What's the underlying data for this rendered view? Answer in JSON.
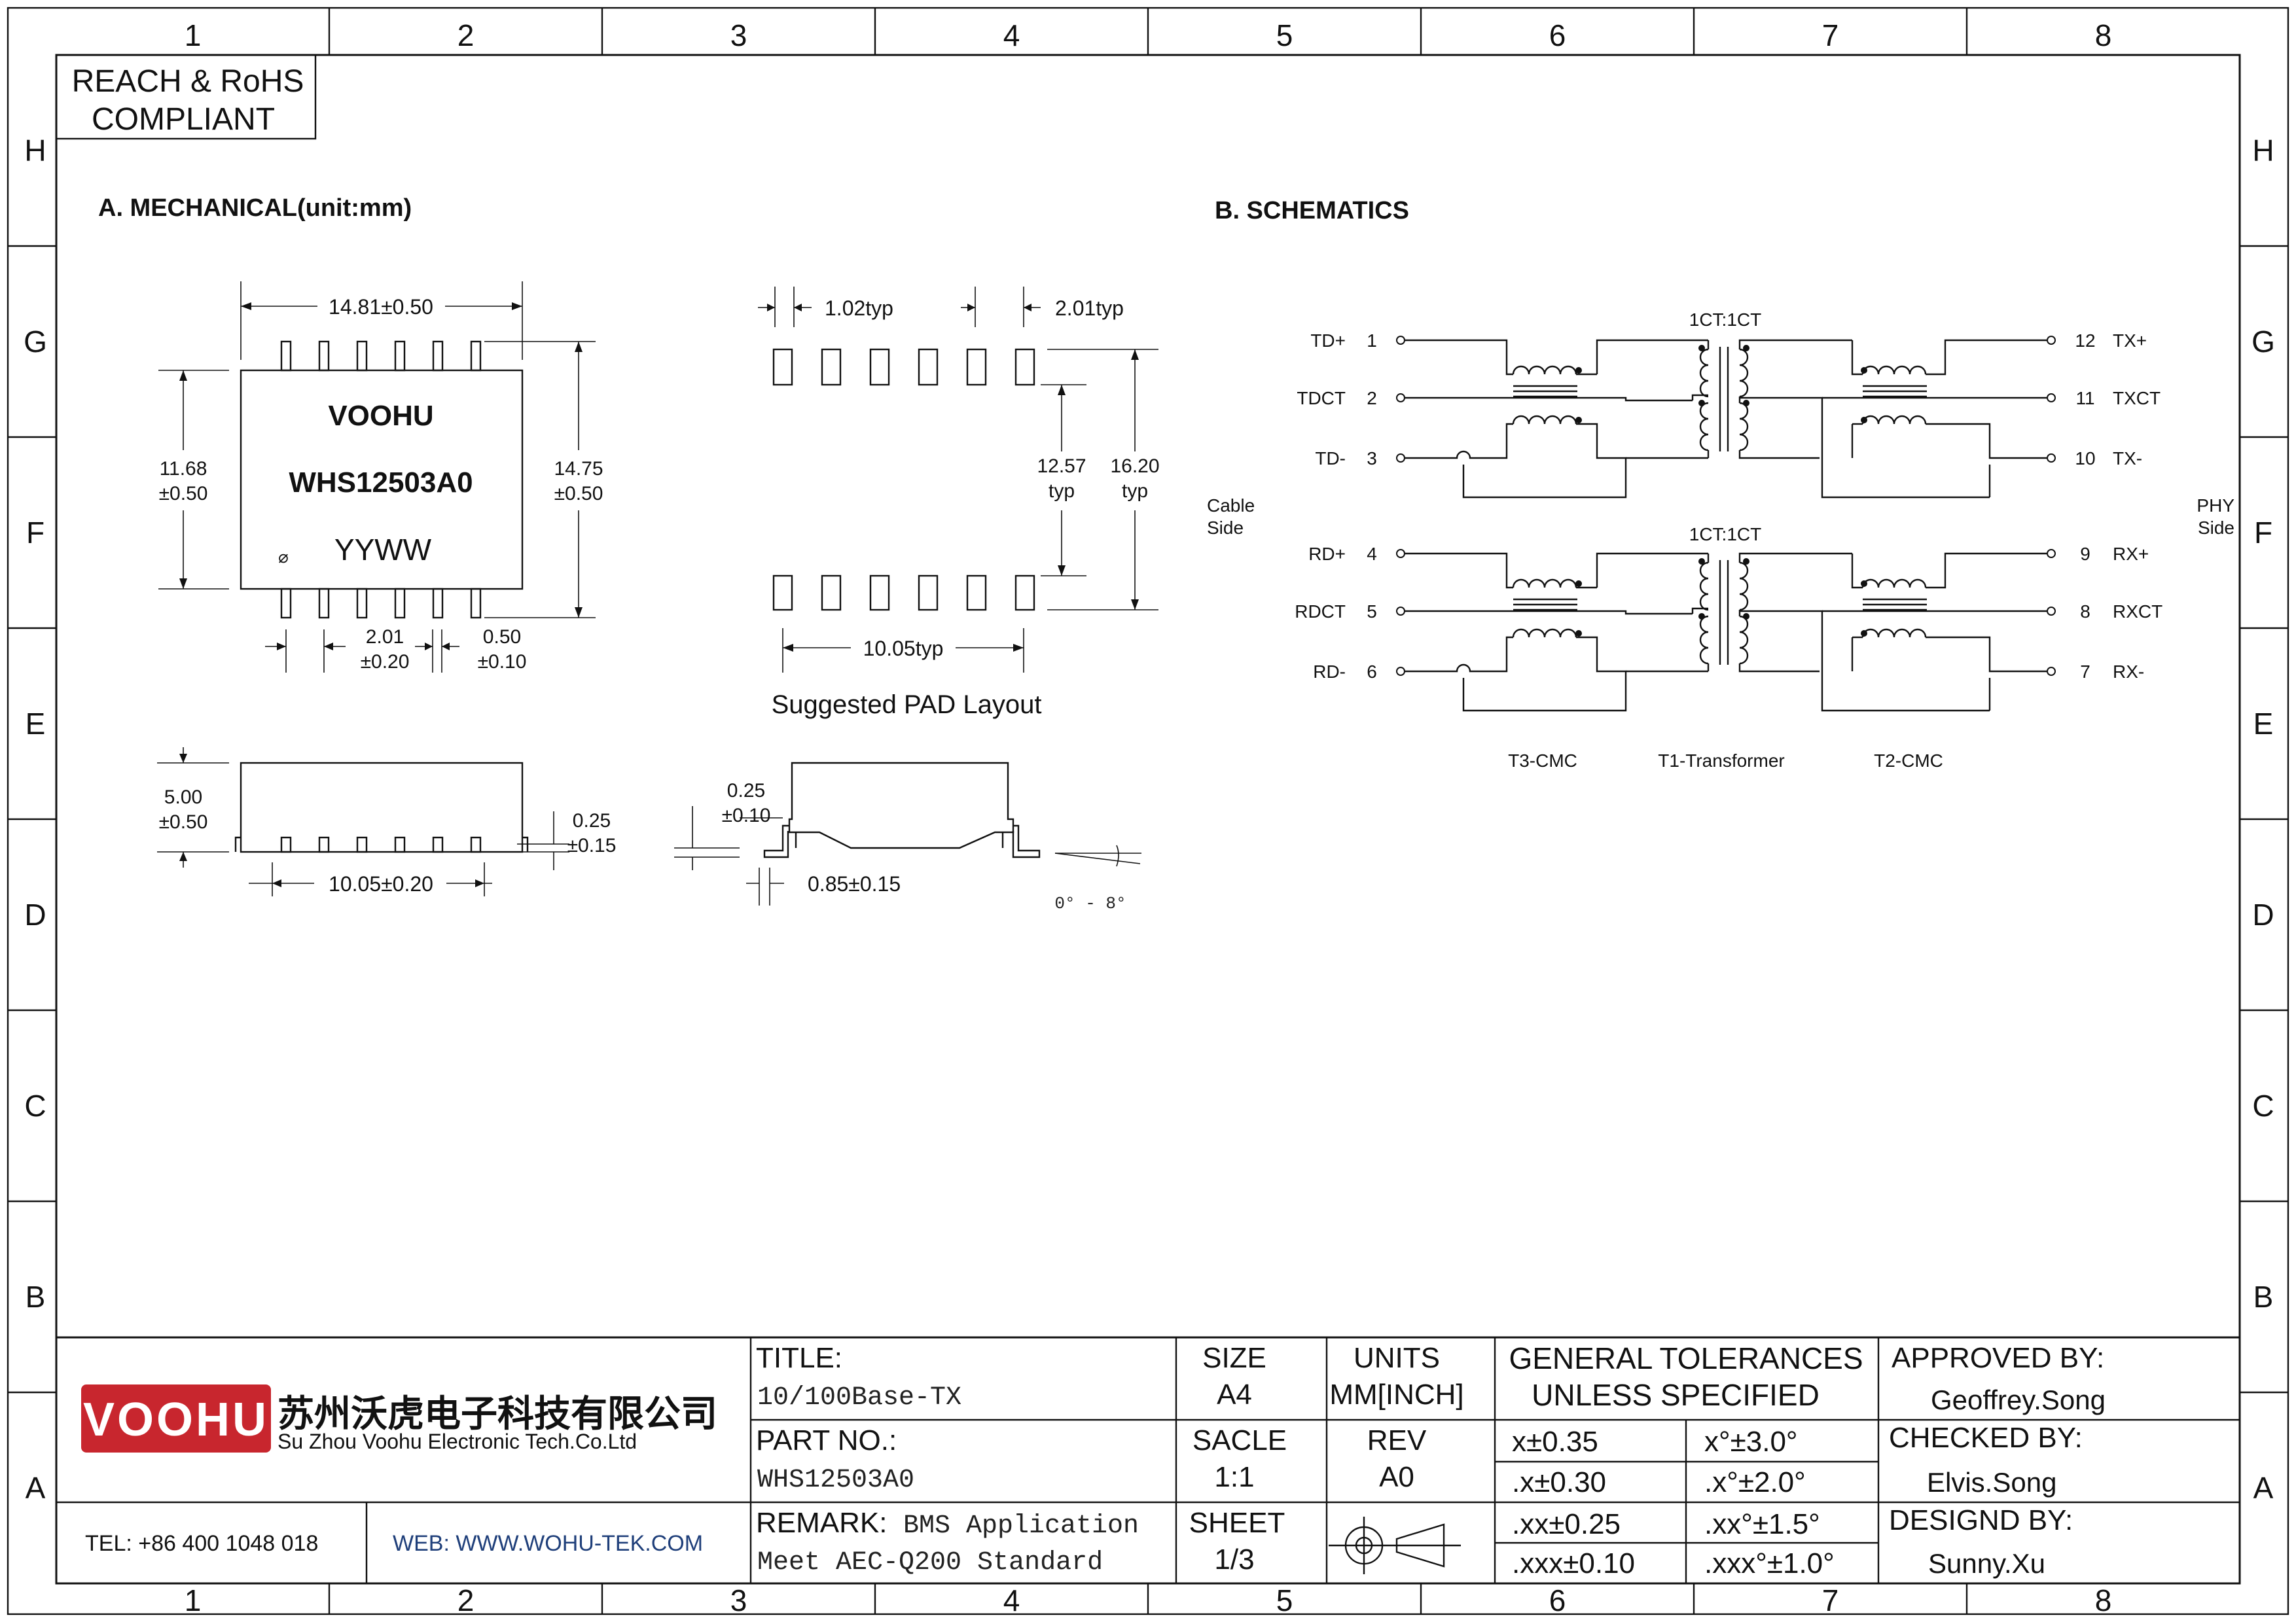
{
  "zones": {
    "columns": [
      "1",
      "2",
      "3",
      "4",
      "5",
      "6",
      "7",
      "8"
    ],
    "rows": [
      "H",
      "G",
      "F",
      "E",
      "D",
      "C",
      "B",
      "A"
    ]
  },
  "compliance": {
    "line1": "REACH & RoHS",
    "line2": "COMPLIANT"
  },
  "mechanical": {
    "heading": "A. MECHANICAL(unit:mm)",
    "top_view": {
      "brand": "VOOHU",
      "part": "WHS12503A0",
      "datecode": "YYWW",
      "pin1_mark": "⌀",
      "dim_width": "14.81±0.50",
      "dim_body_h_1": "11.68",
      "dim_body_h_2": "±0.50",
      "dim_total_h_1": "14.75",
      "dim_total_h_2": "±0.50",
      "dim_pitch_1": "2.01",
      "dim_pitch_2": "±0.20",
      "dim_lead_w_1": "0.50",
      "dim_lead_w_2": "±0.10"
    },
    "pad_layout": {
      "dim_pad_w": "1.02typ",
      "dim_pitch": "2.01typ",
      "dim_inner_1": "12.57",
      "dim_inner_2": "typ",
      "dim_outer_1": "16.20",
      "dim_outer_2": "typ",
      "dim_span": "10.05typ",
      "caption": "Suggested PAD Layout"
    },
    "side_view": {
      "dim_height_1": "5.00",
      "dim_height_2": "±0.50",
      "dim_standoff_1": "0.25",
      "dim_standoff_2": "±0.15",
      "dim_span": "10.05±0.20"
    },
    "end_view": {
      "dim_thick_1": "0.25",
      "dim_thick_2": "±0.10",
      "dim_foot": "0.85±0.15",
      "angle": "0° - 8°"
    }
  },
  "schematics": {
    "heading": "B. SCHEMATICS",
    "ratio_top": "1CT:1CT",
    "ratio_bottom": "1CT:1CT",
    "cable_side_1": "Cable",
    "cable_side_2": "Side",
    "phy_side_1": "PHY",
    "phy_side_2": "Side",
    "left_pins": [
      {
        "name": "TD+",
        "num": "1"
      },
      {
        "name": "TDCT",
        "num": "2"
      },
      {
        "name": "TD-",
        "num": "3"
      },
      {
        "name": "RD+",
        "num": "4"
      },
      {
        "name": "RDCT",
        "num": "5"
      },
      {
        "name": "RD-",
        "num": "6"
      }
    ],
    "right_pins": [
      {
        "name": "TX+",
        "num": "12"
      },
      {
        "name": "TXCT",
        "num": "11"
      },
      {
        "name": "TX-",
        "num": "10"
      },
      {
        "name": "RX+",
        "num": "9"
      },
      {
        "name": "RXCT",
        "num": "8"
      },
      {
        "name": "RX-",
        "num": "7"
      }
    ],
    "labels": {
      "left_cmc": "T3-CMC",
      "transformer": "T1-Transformer",
      "right_cmc": "T2-CMC"
    }
  },
  "title_block": {
    "logo_text": "VOOHU",
    "company_cn": "苏州沃虎电子科技有限公司",
    "company_en": "Su Zhou Voohu Electronic Tech.Co.Ltd",
    "tel": "TEL: +86 400 1048 018",
    "web": "WEB: WWW.WOHU-TEK.COM",
    "title_label": "TITLE:",
    "title_value": "10/100Base-TX",
    "partno_label": "PART NO.:",
    "partno_value": "WHS12503A0",
    "remark_label": "REMARK:",
    "remark_value_1": "BMS Application",
    "remark_value_2": "Meet AEC-Q200 Standard",
    "size_label": "SIZE",
    "size_value": "A4",
    "units_label": "UNITS",
    "units_value": "MM[INCH]",
    "scale_label": "SACLE",
    "scale_value": "1:1",
    "rev_label": "REV",
    "rev_value": "A0",
    "sheet_label": "SHEET",
    "sheet_value": "1/3",
    "tol_header_1": "GENERAL TOLERANCES",
    "tol_header_2": "UNLESS SPECIFIED",
    "tolerances": [
      {
        "linear": "x±0.35",
        "angular": "x°±3.0°"
      },
      {
        "linear": ".x±0.30",
        "angular": ".x°±2.0°"
      },
      {
        "linear": ".xx±0.25",
        "angular": ".xx°±1.5°"
      },
      {
        "linear": ".xxx±0.10",
        "angular": ".xxx°±1.0°"
      }
    ],
    "approved_label": "APPROVED BY:",
    "approved_value": "Geoffrey.Song",
    "checked_label": "CHECKED BY:",
    "checked_value": "Elvis.Song",
    "designed_label": "DESIGND BY:",
    "designed_value": "Sunny.Xu"
  },
  "colors": {
    "logo_red": "#c8262e",
    "web_blue": "#1f3f7a",
    "ink": "#111111"
  }
}
